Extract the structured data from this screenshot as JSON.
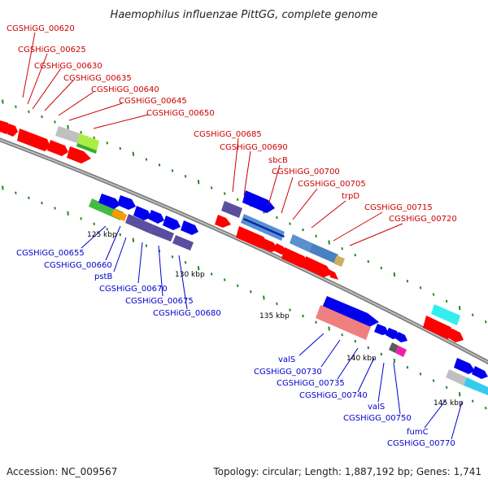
{
  "title": "Haemophilus influenzae PittGG, complete genome",
  "footer": {
    "accession": "Accession: NC_009567",
    "topology": "Topology: circular; Length: 1,887,192 bp; Genes: 1,741"
  },
  "colors": {
    "backbone": "#7d7d7d",
    "gc_ticks": "#228822",
    "top_labels": "#cc0000",
    "bottom_labels": "#0000cc"
  },
  "kbp_marks": [
    "125 kbp",
    "130 kbp",
    "135 kbp",
    "140 kbp",
    "145 kbp"
  ],
  "top_labels": [
    "CGSHiGG_00620",
    "CGSHiGG_00625",
    "CGSHiGG_00630",
    "CGSHiGG_00635",
    "CGSHiGG_00640",
    "CGSHiGG_00645",
    "CGSHiGG_00650",
    "CGSHiGG_00685",
    "CGSHiGG_00690",
    "sbcB",
    "CGSHiGG_00700",
    "CGSHiGG_00705",
    "trpD",
    "CGSHiGG_00715",
    "CGSHiGG_00720"
  ],
  "bottom_labels": [
    "CGSHiGG_00655",
    "CGSHiGG_00660",
    "pstB",
    "CGSHiGG_00670",
    "CGSHiGG_00675",
    "CGSHiGG_00680",
    "valS",
    "CGSHiGG_00730",
    "CGSHiGG_00735",
    "CGSHiGG_00740",
    "valS",
    "CGSHiGG_00750",
    "fumC",
    "CGSHiGG_00770"
  ]
}
